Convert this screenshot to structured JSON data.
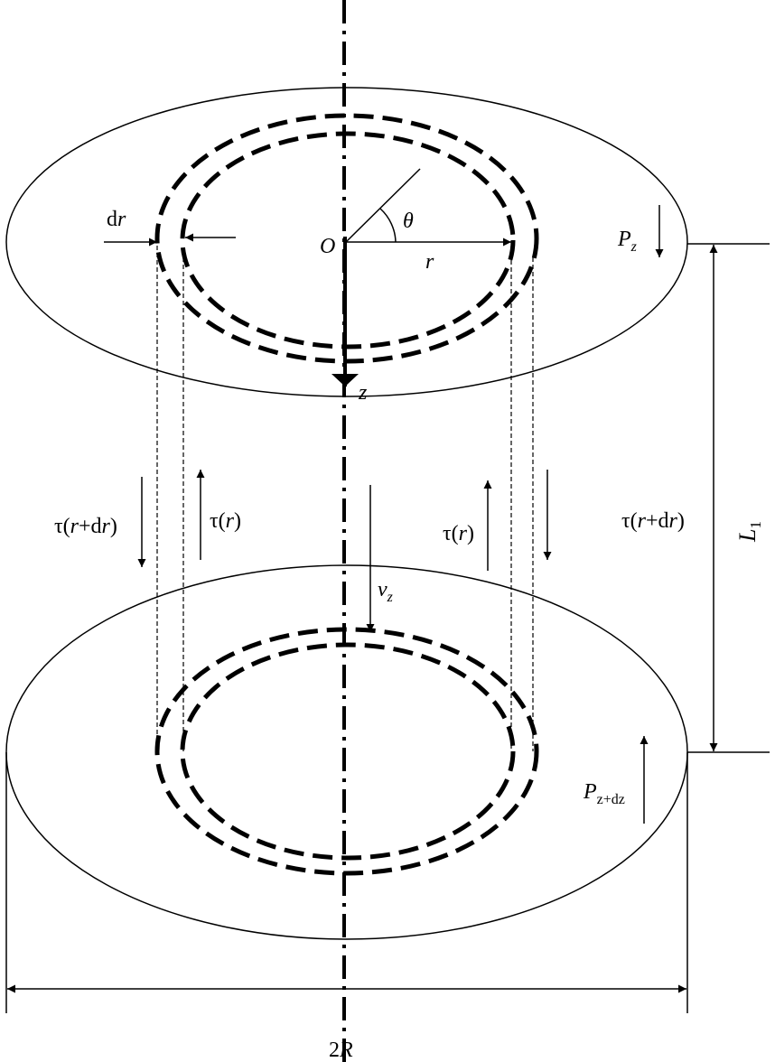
{
  "labels": {
    "dr_main": "d",
    "dr_var": "r",
    "origin": "O",
    "theta": "θ",
    "radius": "r",
    "z_axis": "z",
    "pz_main": "P",
    "pz_sub": "z",
    "tau_outer_left": {
      "a": "τ(",
      "b": "r",
      "c": "+d",
      "d": "r",
      "e": ")"
    },
    "tau_inner_left": {
      "a": "τ(",
      "b": "r",
      "c": ")"
    },
    "tau_inner_right": {
      "a": "τ(",
      "b": "r",
      "c": ")"
    },
    "tau_outer_right": {
      "a": "τ(",
      "b": "r",
      "c": "+d",
      "d": "r",
      "e": ")"
    },
    "vz_main": "v",
    "vz_sub": "z",
    "pzdz_main": "P",
    "pzdz_sub": "z+dz",
    "length_main": "L",
    "length_sub": "1",
    "diameter_a": "2",
    "diameter_b": "R"
  }
}
